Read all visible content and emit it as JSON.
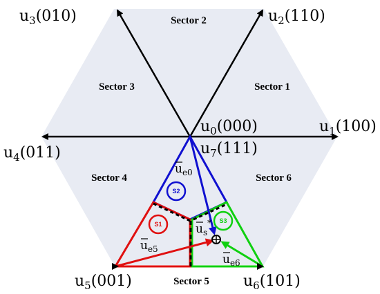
{
  "vectors": {
    "u1": {
      "name": "u",
      "sub": "1",
      "code": "(100)"
    },
    "u2": {
      "name": "u",
      "sub": "2",
      "code": "(110)"
    },
    "u3": {
      "name": "u",
      "sub": "3",
      "code": "(010)"
    },
    "u4": {
      "name": "u",
      "sub": "4",
      "code": "(011)"
    },
    "u5": {
      "name": "u",
      "sub": "5",
      "code": "(001)"
    },
    "u6": {
      "name": "u",
      "sub": "6",
      "code": "(101)"
    },
    "u0": {
      "name": "u",
      "sub": "0",
      "code": "(000)"
    },
    "u7": {
      "name": "u",
      "sub": "7",
      "code": "(111)"
    }
  },
  "sectors": {
    "s1": "Sector 1",
    "s2": "Sector 2",
    "s3": "Sector 3",
    "s4": "Sector 4",
    "s5": "Sector 5",
    "s6": "Sector 6"
  },
  "error_vectors": {
    "ue0": {
      "name": "u",
      "sub": "e0"
    },
    "ue5": {
      "name": "u",
      "sub": "e5"
    },
    "ue6": {
      "name": "u",
      "sub": "e6"
    },
    "us": {
      "name": "u",
      "sub": "s",
      "sup": "*"
    }
  },
  "regions": {
    "r1": "S1",
    "r2": "S2",
    "r3": "S3"
  },
  "colors": {
    "hexagon_fill": "#e8ebf3",
    "axis": "#000000",
    "s1": "#e01010",
    "s2": "#1010d0",
    "s3": "#10d010"
  }
}
